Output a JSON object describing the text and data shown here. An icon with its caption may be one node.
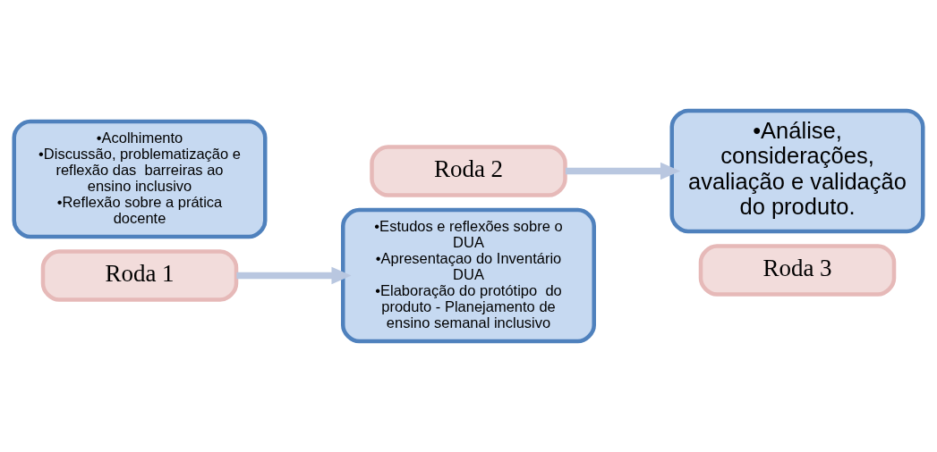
{
  "diagram": {
    "nodes": [
      {
        "text": [
          "•Acolhimento",
          "•Discussão, problematização e reflexão das  barreiras ao ensino inclusivo",
          "•Reflexão sobre a prática docente"
        ]
      },
      {
        "text": [
          "Roda 1"
        ]
      },
      {
        "text": [
          "Roda 2"
        ]
      },
      {
        "text": [
          "•Estudos e reflexões sobre o DUA",
          "•Apresentaçao do Inventário DUA",
          "•Elaboração do protótipo  do produto - Planejamento de ensino semanal inclusivo"
        ]
      },
      {
        "text": [
          "•Análise, considerações, avaliação e validação do produto."
        ]
      },
      {
        "text": [
          "Roda 3"
        ]
      }
    ],
    "edges": [
      {
        "from": 1,
        "to": 3,
        "arrow": "to"
      },
      {
        "from": 2,
        "to": 4,
        "arrow": "to"
      }
    ]
  }
}
